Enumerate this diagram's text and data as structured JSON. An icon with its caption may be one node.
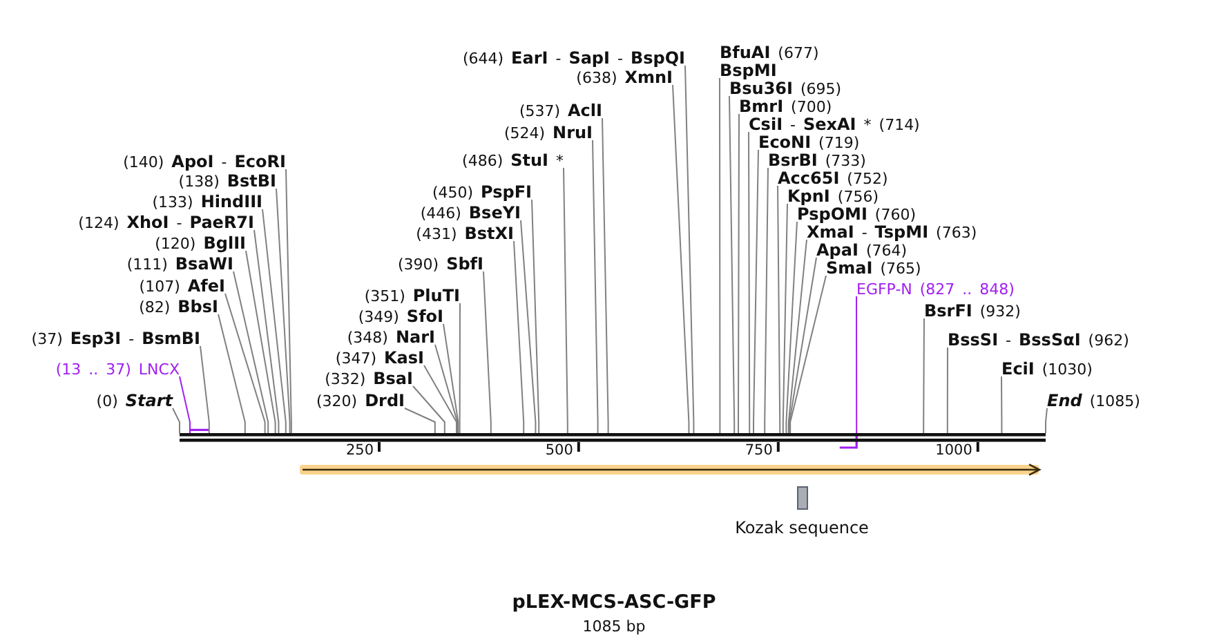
{
  "diagram": {
    "title": "pLEX-MCS-ASC-GFP",
    "caption": "1085 bp",
    "nodes": [
      {
        "text": [
          "(0) **Start**"
        ]
      },
      {
        "text": [
          "(13 .. 37) LNCX"
        ]
      },
      {
        "text": [
          "(37) **Esp3I** - **BsmBI**"
        ]
      },
      {
        "text": [
          "(82) **BbsI**"
        ]
      },
      {
        "text": [
          "(107) **AfeI**"
        ]
      },
      {
        "text": [
          "(111) **BsaWI**"
        ]
      },
      {
        "text": [
          "(120) **BglII**"
        ]
      },
      {
        "text": [
          "(124) **XhoI** - **PaeR7I**"
        ]
      },
      {
        "text": [
          "(133) **HindIII**"
        ]
      },
      {
        "text": [
          "(138) **BstBI**"
        ]
      },
      {
        "text": [
          "(140) **ApoI** - **EcoRI**"
        ]
      },
      {
        "text": [
          "(320) **DrdI**"
        ]
      },
      {
        "text": [
          "(332) **BsaI**"
        ]
      },
      {
        "text": [
          "(347) **KasI**"
        ]
      },
      {
        "text": [
          "(348) **NarI**"
        ]
      },
      {
        "text": [
          "(349) **SfoI**"
        ]
      },
      {
        "text": [
          "(351) **PluTI**"
        ]
      },
      {
        "text": [
          "(390) **SbfI**"
        ]
      },
      {
        "text": [
          "(431) **BstXI**"
        ]
      },
      {
        "text": [
          "(446) **BseYI**"
        ]
      },
      {
        "text": [
          "(450) **PspFI**"
        ]
      },
      {
        "text": [
          "(486) **StuI** *"
        ]
      },
      {
        "text": [
          "(524) **NruI**"
        ]
      },
      {
        "text": [
          "(537) **AclI**"
        ]
      },
      {
        "text": [
          "(638) **XmnI**"
        ]
      },
      {
        "text": [
          "(644) **EarI** - **SapI** - **BspQI**"
        ]
      },
      {
        "text": [
          "**BfuAI** (677)",
          "**BspMI**"
        ]
      },
      {
        "text": [
          "**Bsu36I** (695)"
        ]
      },
      {
        "text": [
          "**BmrI** (700)"
        ]
      },
      {
        "text": [
          "**CsiI** - **SexAI** * (714)"
        ]
      },
      {
        "text": [
          "**EcoNI** (719)"
        ]
      },
      {
        "text": [
          "**BsrBI** (733)"
        ]
      },
      {
        "text": [
          "**Acc65I** (752)"
        ]
      },
      {
        "text": [
          "**KpnI** (756)"
        ]
      },
      {
        "text": [
          "**PspOMI** (760)"
        ]
      },
      {
        "text": [
          "**XmaI** - **TspMI** (763)"
        ]
      },
      {
        "text": [
          "**ApaI** (764)"
        ]
      },
      {
        "text": [
          "**SmaI** (765)"
        ]
      },
      {
        "text": [
          "EGFP-N (827 .. 848)"
        ]
      },
      {
        "text": [
          "**BsrFI** (932)"
        ]
      },
      {
        "text": [
          "**BssSI** - **BssSαI** (962)"
        ]
      },
      {
        "text": [
          "**EciI** (1030)"
        ]
      },
      {
        "text": [
          "**End** (1085)"
        ]
      },
      {
        "text": [],
        "shape": "bar"
      },
      {
        "text": [
          "Kozak sequence"
        ]
      }
    ],
    "edges": [
      {
        "from": 0,
        "to": 43,
        "arrow": "none"
      },
      {
        "from": 1,
        "to": 43,
        "arrow": "none",
        "color": "#a020f0"
      },
      {
        "from": 2,
        "to": 43,
        "arrow": "none"
      },
      {
        "from": 3,
        "to": 43,
        "arrow": "none"
      },
      {
        "from": 4,
        "to": 43,
        "arrow": "none"
      },
      {
        "from": 5,
        "to": 43,
        "arrow": "none"
      },
      {
        "from": 6,
        "to": 43,
        "arrow": "none"
      },
      {
        "from": 7,
        "to": 43,
        "arrow": "none"
      },
      {
        "from": 8,
        "to": 43,
        "arrow": "none"
      },
      {
        "from": 9,
        "to": 43,
        "arrow": "none"
      },
      {
        "from": 10,
        "to": 43,
        "arrow": "none"
      },
      {
        "from": 11,
        "to": 43,
        "arrow": "none"
      },
      {
        "from": 12,
        "to": 43,
        "arrow": "none"
      },
      {
        "from": 13,
        "to": 43,
        "arrow": "none"
      },
      {
        "from": 14,
        "to": 43,
        "arrow": "none"
      },
      {
        "from": 15,
        "to": 43,
        "arrow": "none"
      },
      {
        "from": 16,
        "to": 43,
        "arrow": "none"
      },
      {
        "from": 17,
        "to": 43,
        "arrow": "none"
      },
      {
        "from": 18,
        "to": 43,
        "arrow": "none"
      },
      {
        "from": 19,
        "to": 43,
        "arrow": "none"
      },
      {
        "from": 20,
        "to": 43,
        "arrow": "none"
      },
      {
        "from": 21,
        "to": 43,
        "arrow": "none"
      },
      {
        "from": 22,
        "to": 43,
        "arrow": "none"
      },
      {
        "from": 23,
        "to": 43,
        "arrow": "none"
      },
      {
        "from": 24,
        "to": 43,
        "arrow": "none"
      },
      {
        "from": 25,
        "to": 43,
        "arrow": "none"
      },
      {
        "from": 26,
        "to": 43,
        "arrow": "none"
      },
      {
        "from": 27,
        "to": 43,
        "arrow": "none"
      },
      {
        "from": 28,
        "to": 43,
        "arrow": "none"
      },
      {
        "from": 29,
        "to": 43,
        "arrow": "none"
      },
      {
        "from": 30,
        "to": 43,
        "arrow": "none"
      },
      {
        "from": 31,
        "to": 43,
        "arrow": "none"
      },
      {
        "from": 32,
        "to": 43,
        "arrow": "none"
      },
      {
        "from": 33,
        "to": 43,
        "arrow": "none"
      },
      {
        "from": 34,
        "to": 43,
        "arrow": "none"
      },
      {
        "from": 35,
        "to": 43,
        "arrow": "none"
      },
      {
        "from": 36,
        "to": 43,
        "arrow": "none"
      },
      {
        "from": 37,
        "to": 43,
        "arrow": "none"
      },
      {
        "from": 38,
        "to": 43,
        "arrow": "none",
        "color": "#a020f0"
      },
      {
        "from": 39,
        "to": 43,
        "arrow": "none"
      },
      {
        "from": 40,
        "to": 43,
        "arrow": "none"
      },
      {
        "from": 41,
        "to": 43,
        "arrow": "none"
      },
      {
        "from": 42,
        "to": 43,
        "arrow": "none"
      }
    ],
    "labels": [
      "250",
      "500",
      "750",
      "1000"
    ]
  }
}
